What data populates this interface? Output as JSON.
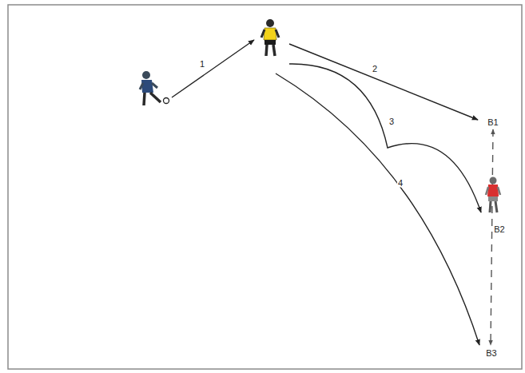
{
  "diagram": {
    "labels": [
      "1",
      "2",
      "3",
      "4",
      "B1",
      "B2",
      "B3"
    ]
  }
}
